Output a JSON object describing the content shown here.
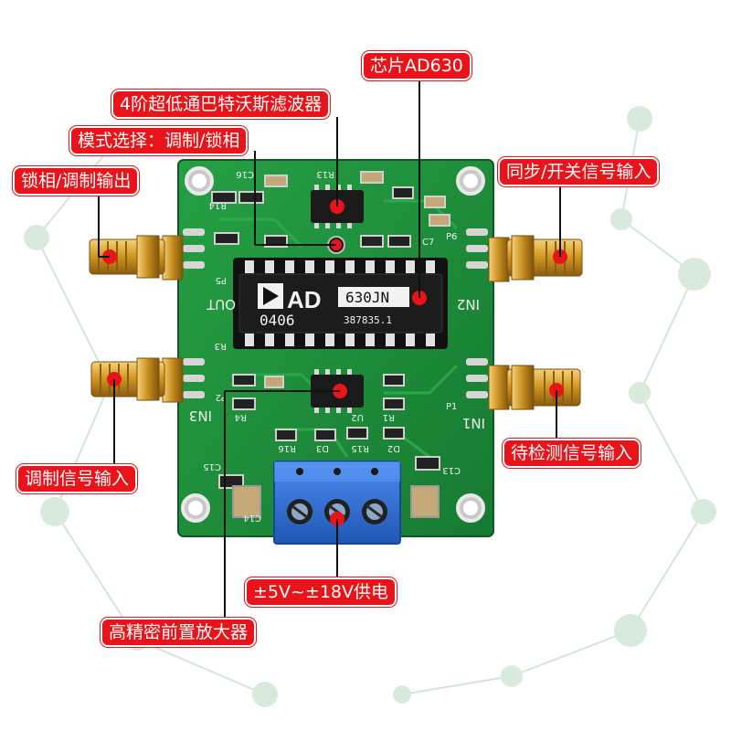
{
  "callouts": {
    "chip": "芯片AD630",
    "filter": "4阶超低通巴特沃斯滤波器",
    "mode": "模式选择：调制/锁相",
    "output": "锁相/调制输出",
    "sync_input": "同步/开关信号输入",
    "detect_input": "待检测信号输入",
    "mod_input": "调制信号输入",
    "power": "±5V~±18V供电",
    "preamp": "高精密前置放大器"
  },
  "board": {
    "chip_logo": "AD",
    "chip_part": "630JN",
    "chip_date": "0406",
    "chip_lot": "387835.1",
    "silk_out": "OUT",
    "silk_p5": "P5",
    "silk_in1": "IN1",
    "silk_in2": "IN2",
    "silk_in3": "IN3",
    "silk_p1": "P1",
    "silk_p2": "P2",
    "silk_p6": "P6",
    "silk_c7": "C7",
    "silk_c13": "C13",
    "silk_c14": "C14",
    "silk_c15": "C15",
    "silk_c16": "C16",
    "silk_r13": "R13",
    "silk_r14": "R14",
    "silk_r15": "R15",
    "silk_r16": "R16",
    "silk_r4": "R4",
    "silk_r3": "R3",
    "silk_d2": "D2",
    "silk_d3": "D3",
    "silk_u2": "U2",
    "silk_r1": "R1"
  },
  "colors": {
    "callout_bg": "#e8141a",
    "callout_text": "#ffffff",
    "pcb": "#1f8a3a",
    "pcb_dark": "#156b2b",
    "terminal": "#2f6fd0",
    "gold": "#d9a22a",
    "chip": "#1a1a1a"
  }
}
